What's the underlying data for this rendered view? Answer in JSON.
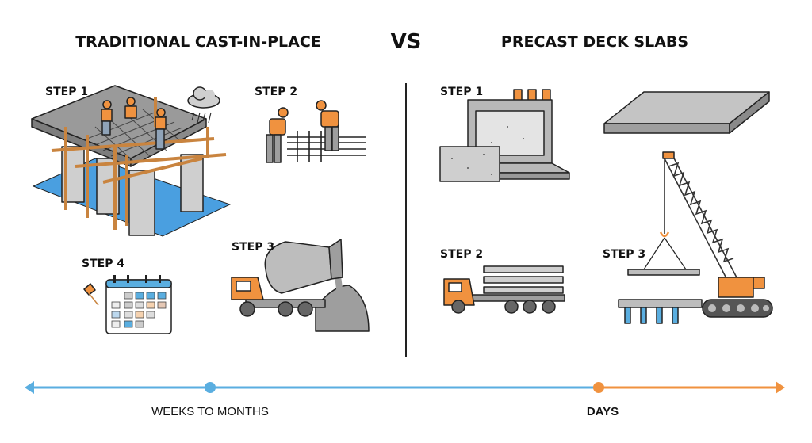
{
  "header": {
    "left_title": "TRADITIONAL CAST-IN-PLACE",
    "vs": "VS",
    "right_title": "PRECAST DECK SLABS"
  },
  "traditional": {
    "steps": [
      {
        "label": "STEP 1",
        "icon": "formwork-scaffolding-bridge-icon"
      },
      {
        "label": "STEP 2",
        "icon": "rebar-workers-icon"
      },
      {
        "label": "STEP 3",
        "icon": "concrete-mixer-truck-icon"
      },
      {
        "label": "STEP 4",
        "icon": "curing-calendar-icon"
      }
    ]
  },
  "precast": {
    "steps": [
      {
        "label": "STEP 1",
        "icon": "precast-factory-mold-icon"
      },
      {
        "label": "STEP 2",
        "icon": "flatbed-truck-slabs-icon"
      },
      {
        "label": "STEP 3",
        "icon": "crane-placing-slab-icon"
      }
    ]
  },
  "timeline": {
    "left_label": "WEEKS TO MONTHS",
    "right_label": "DAYS"
  },
  "colors": {
    "orange": "#f0923f",
    "blue": "#5aaee0",
    "water": "#4a9fe0",
    "concrete": "#b8b8b8",
    "wood": "#c9843f"
  }
}
